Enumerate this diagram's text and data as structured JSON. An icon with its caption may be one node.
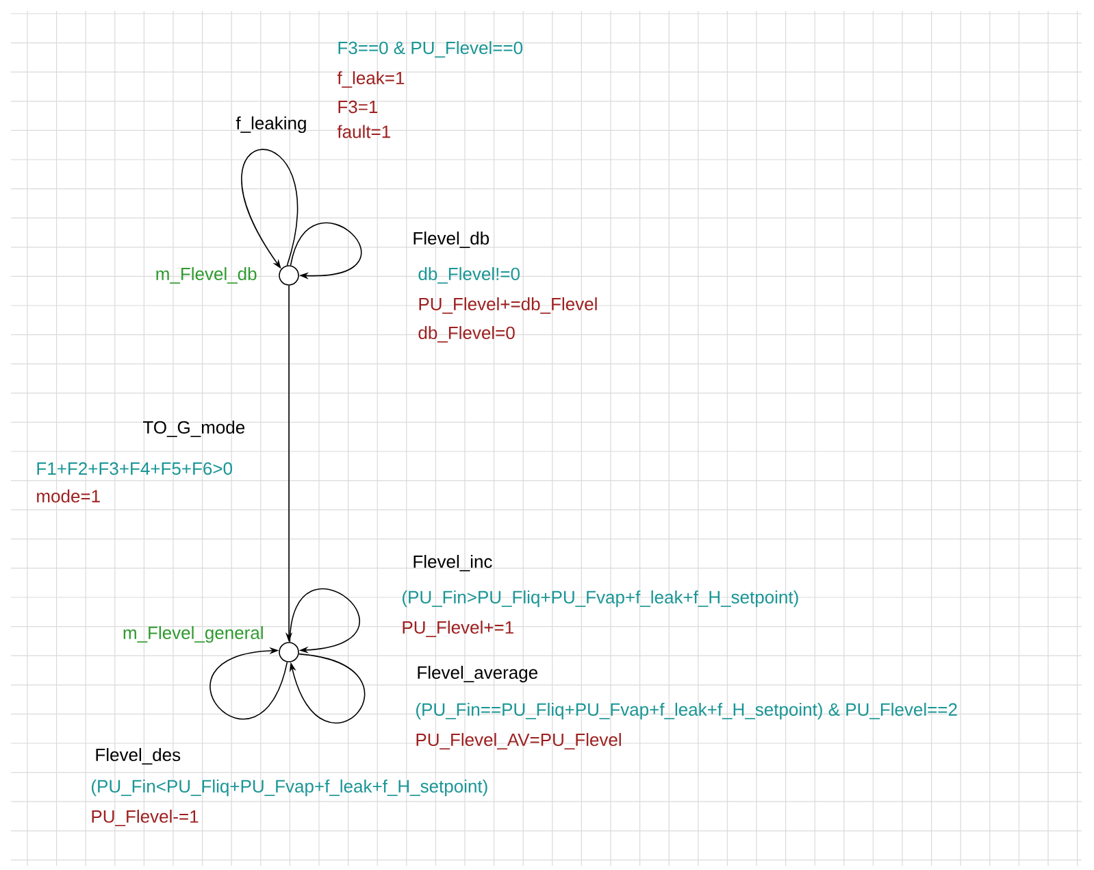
{
  "diagram": {
    "nodes": [
      {
        "text": [],
        "shape": "circle",
        "beside": [
          "m_Flevel_db"
        ]
      },
      {
        "text": [],
        "shape": "circle",
        "beside": [
          "m_Flevel_general"
        ]
      }
    ],
    "edges": [
      {
        "from": 0,
        "to": 0,
        "arrow": "to",
        "label": "f_leaking"
      },
      {
        "from": 0,
        "to": 0,
        "arrow": "to",
        "label": "Flevel_db"
      },
      {
        "from": 0,
        "to": 1,
        "arrow": "to",
        "label": "TO_G_mode"
      },
      {
        "from": 1,
        "to": 1,
        "arrow": "to",
        "label": "Flevel_inc"
      },
      {
        "from": 1,
        "to": 1,
        "arrow": "to",
        "label": "Flevel_average"
      },
      {
        "from": 1,
        "to": 1,
        "arrow": "to",
        "label": "Flevel_des"
      }
    ],
    "labels": [
      "F3==0 & PU_Flevel==0",
      "f_leak=1",
      "F3=1",
      "fault=1",
      "db_Flevel!=0",
      "PU_Flevel+=db_Flevel",
      "db_Flevel=0",
      "F1+F2+F3+F4+F5+F6>0",
      "mode=1",
      "(PU_Fin>PU_Fliq+PU_Fvap+f_leak+f_H_setpoint)",
      "PU_Flevel+=1",
      "(PU_Fin==PU_Fliq+PU_Fvap+f_leak+f_H_setpoint) & PU_Flevel==2",
      "PU_Flevel_AV=PU_Flevel",
      "(PU_Fin<PU_Fliq+PU_Fvap+f_leak+f_H_setpoint)",
      "PU_Flevel-=1"
    ]
  }
}
